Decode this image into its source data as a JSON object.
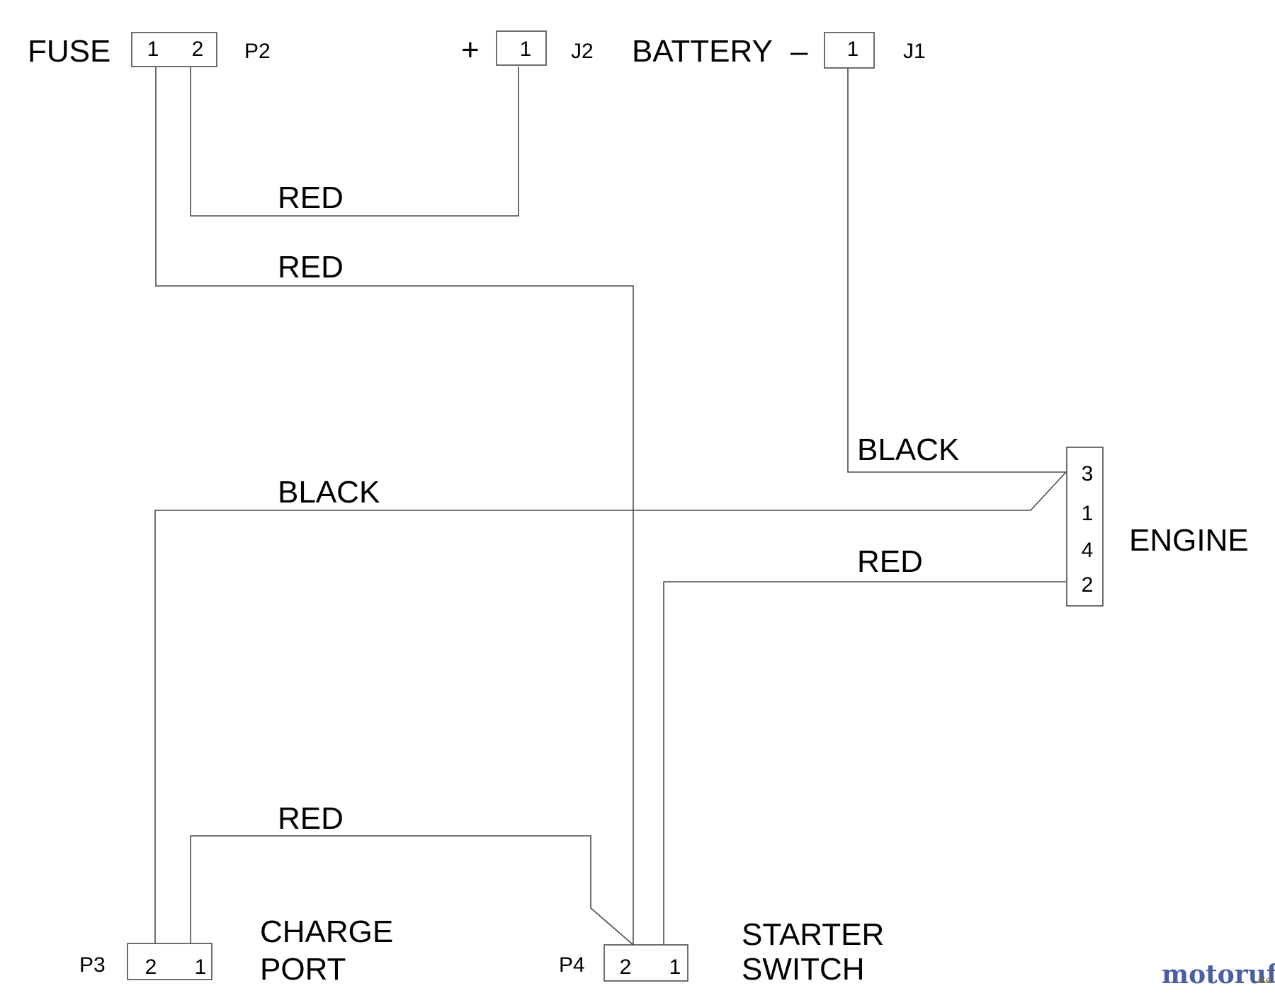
{
  "labels": {
    "fuse": "FUSE",
    "battery": "BATTERY",
    "plus": "+",
    "minus": "–",
    "engine": "ENGINE",
    "charge_port_line1": "CHARGE",
    "charge_port_line2": "PORT",
    "starter_switch_line1": "STARTER",
    "starter_switch_line2": "SWITCH"
  },
  "connectors": {
    "p2": {
      "name": "P2",
      "pins": [
        "1",
        "2"
      ]
    },
    "j2": {
      "name": "J2",
      "pins": [
        "1"
      ]
    },
    "j1": {
      "name": "J1",
      "pins": [
        "1"
      ]
    },
    "engine": {
      "pins": [
        "3",
        "1",
        "4",
        "2"
      ]
    },
    "p3": {
      "name": "P3",
      "pins": [
        "2",
        "1"
      ]
    },
    "p4": {
      "name": "P4",
      "pins": [
        "2",
        "1"
      ]
    }
  },
  "wires": {
    "fuse2_to_j2": "RED",
    "fuse1_to_starter": "RED",
    "battery_neg_to_engine": "BLACK",
    "engine_to_charge": "BLACK",
    "engine_to_starter": "RED",
    "charge_to_starter": "RED"
  },
  "watermark": {
    "brand": "motoruf",
    "suffix": ".de"
  }
}
